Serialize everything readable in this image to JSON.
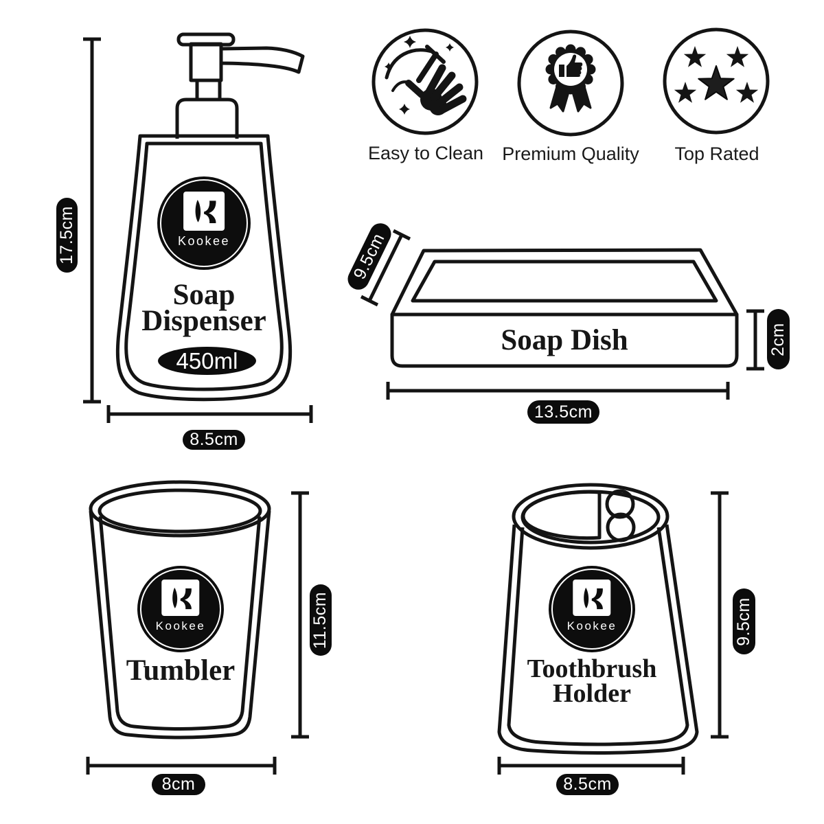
{
  "background": "#ffffff",
  "ink": "#141414",
  "pill": {
    "bg": "#0c0c0c",
    "text_color": "#ffffff"
  },
  "brand": {
    "logo_text": "Kookee",
    "logo_icon": "kookee-k-monogram-icon"
  },
  "feature_badges": {
    "easy_to_clean": {
      "label": "Easy to Clean",
      "icon": "hand-sparkle-clean-icon"
    },
    "premium_quality": {
      "label": "Premium Quality",
      "icon": "award-ribbon-thumbs-up-icon"
    },
    "top_rated": {
      "label": "Top Rated",
      "icon": "five-stars-icon"
    }
  },
  "products": {
    "soap_dispenser": {
      "name_line1": "Soap",
      "name_line2": "Dispenser",
      "capacity": "450ml",
      "dim_height": "17.5cm",
      "dim_width": "8.5cm"
    },
    "soap_dish": {
      "name": "Soap Dish",
      "dim_depth": "9.5cm",
      "dim_height": "2cm",
      "dim_width": "13.5cm"
    },
    "tumbler": {
      "name": "Tumbler",
      "dim_height": "11.5cm",
      "dim_width": "8cm"
    },
    "toothbrush_holder": {
      "name_line1": "Toothbrush",
      "name_line2": "Holder",
      "dim_height": "9.5cm",
      "dim_width": "8.5cm"
    }
  }
}
